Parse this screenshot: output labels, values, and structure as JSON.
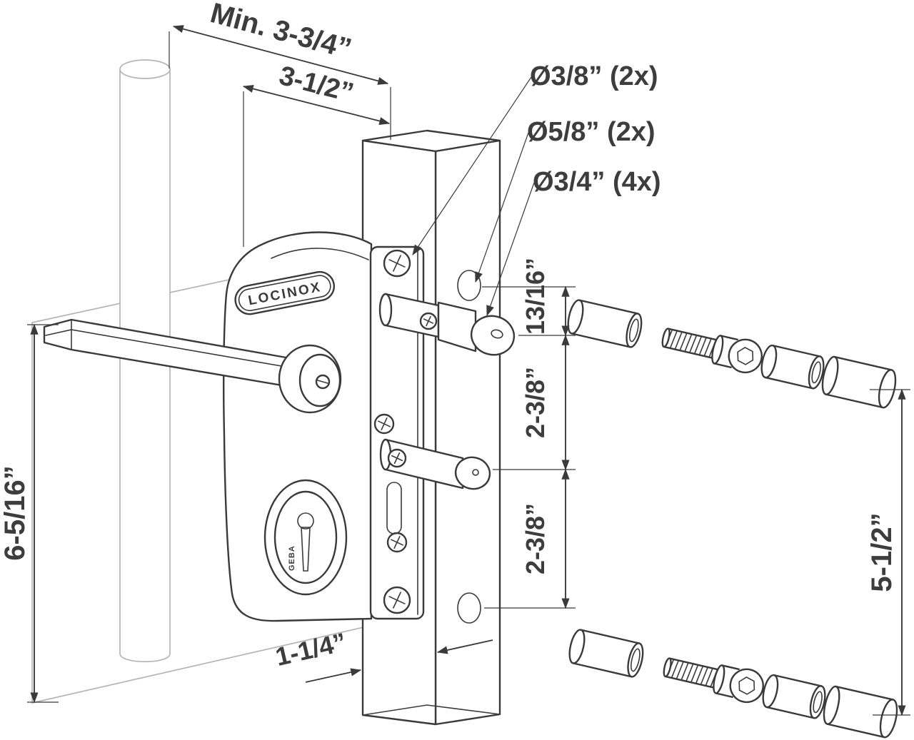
{
  "lock": {
    "brand": "LOCINOX",
    "cylinder_text": "GEBA"
  },
  "dims": {
    "min_overall": "Min. 3-3/4”",
    "backset": "3-1/2”",
    "drill_small": "Ø3/8” (2x)",
    "drill_medium": "Ø5/8” (2x)",
    "drill_large": "Ø3/4” (4x)",
    "top_offset": "13/16”",
    "upper_spacing": "2-3/8”",
    "lower_spacing": "2-3/8”",
    "lock_height": "6-5/16”",
    "fastener_spacing": "5-1/2”",
    "profile_width": "1-1/4”"
  },
  "colors": {
    "line": "#3a3a3a",
    "light_line": "#b5b5b5",
    "text": "#3d3d3d",
    "background": "#ffffff"
  }
}
